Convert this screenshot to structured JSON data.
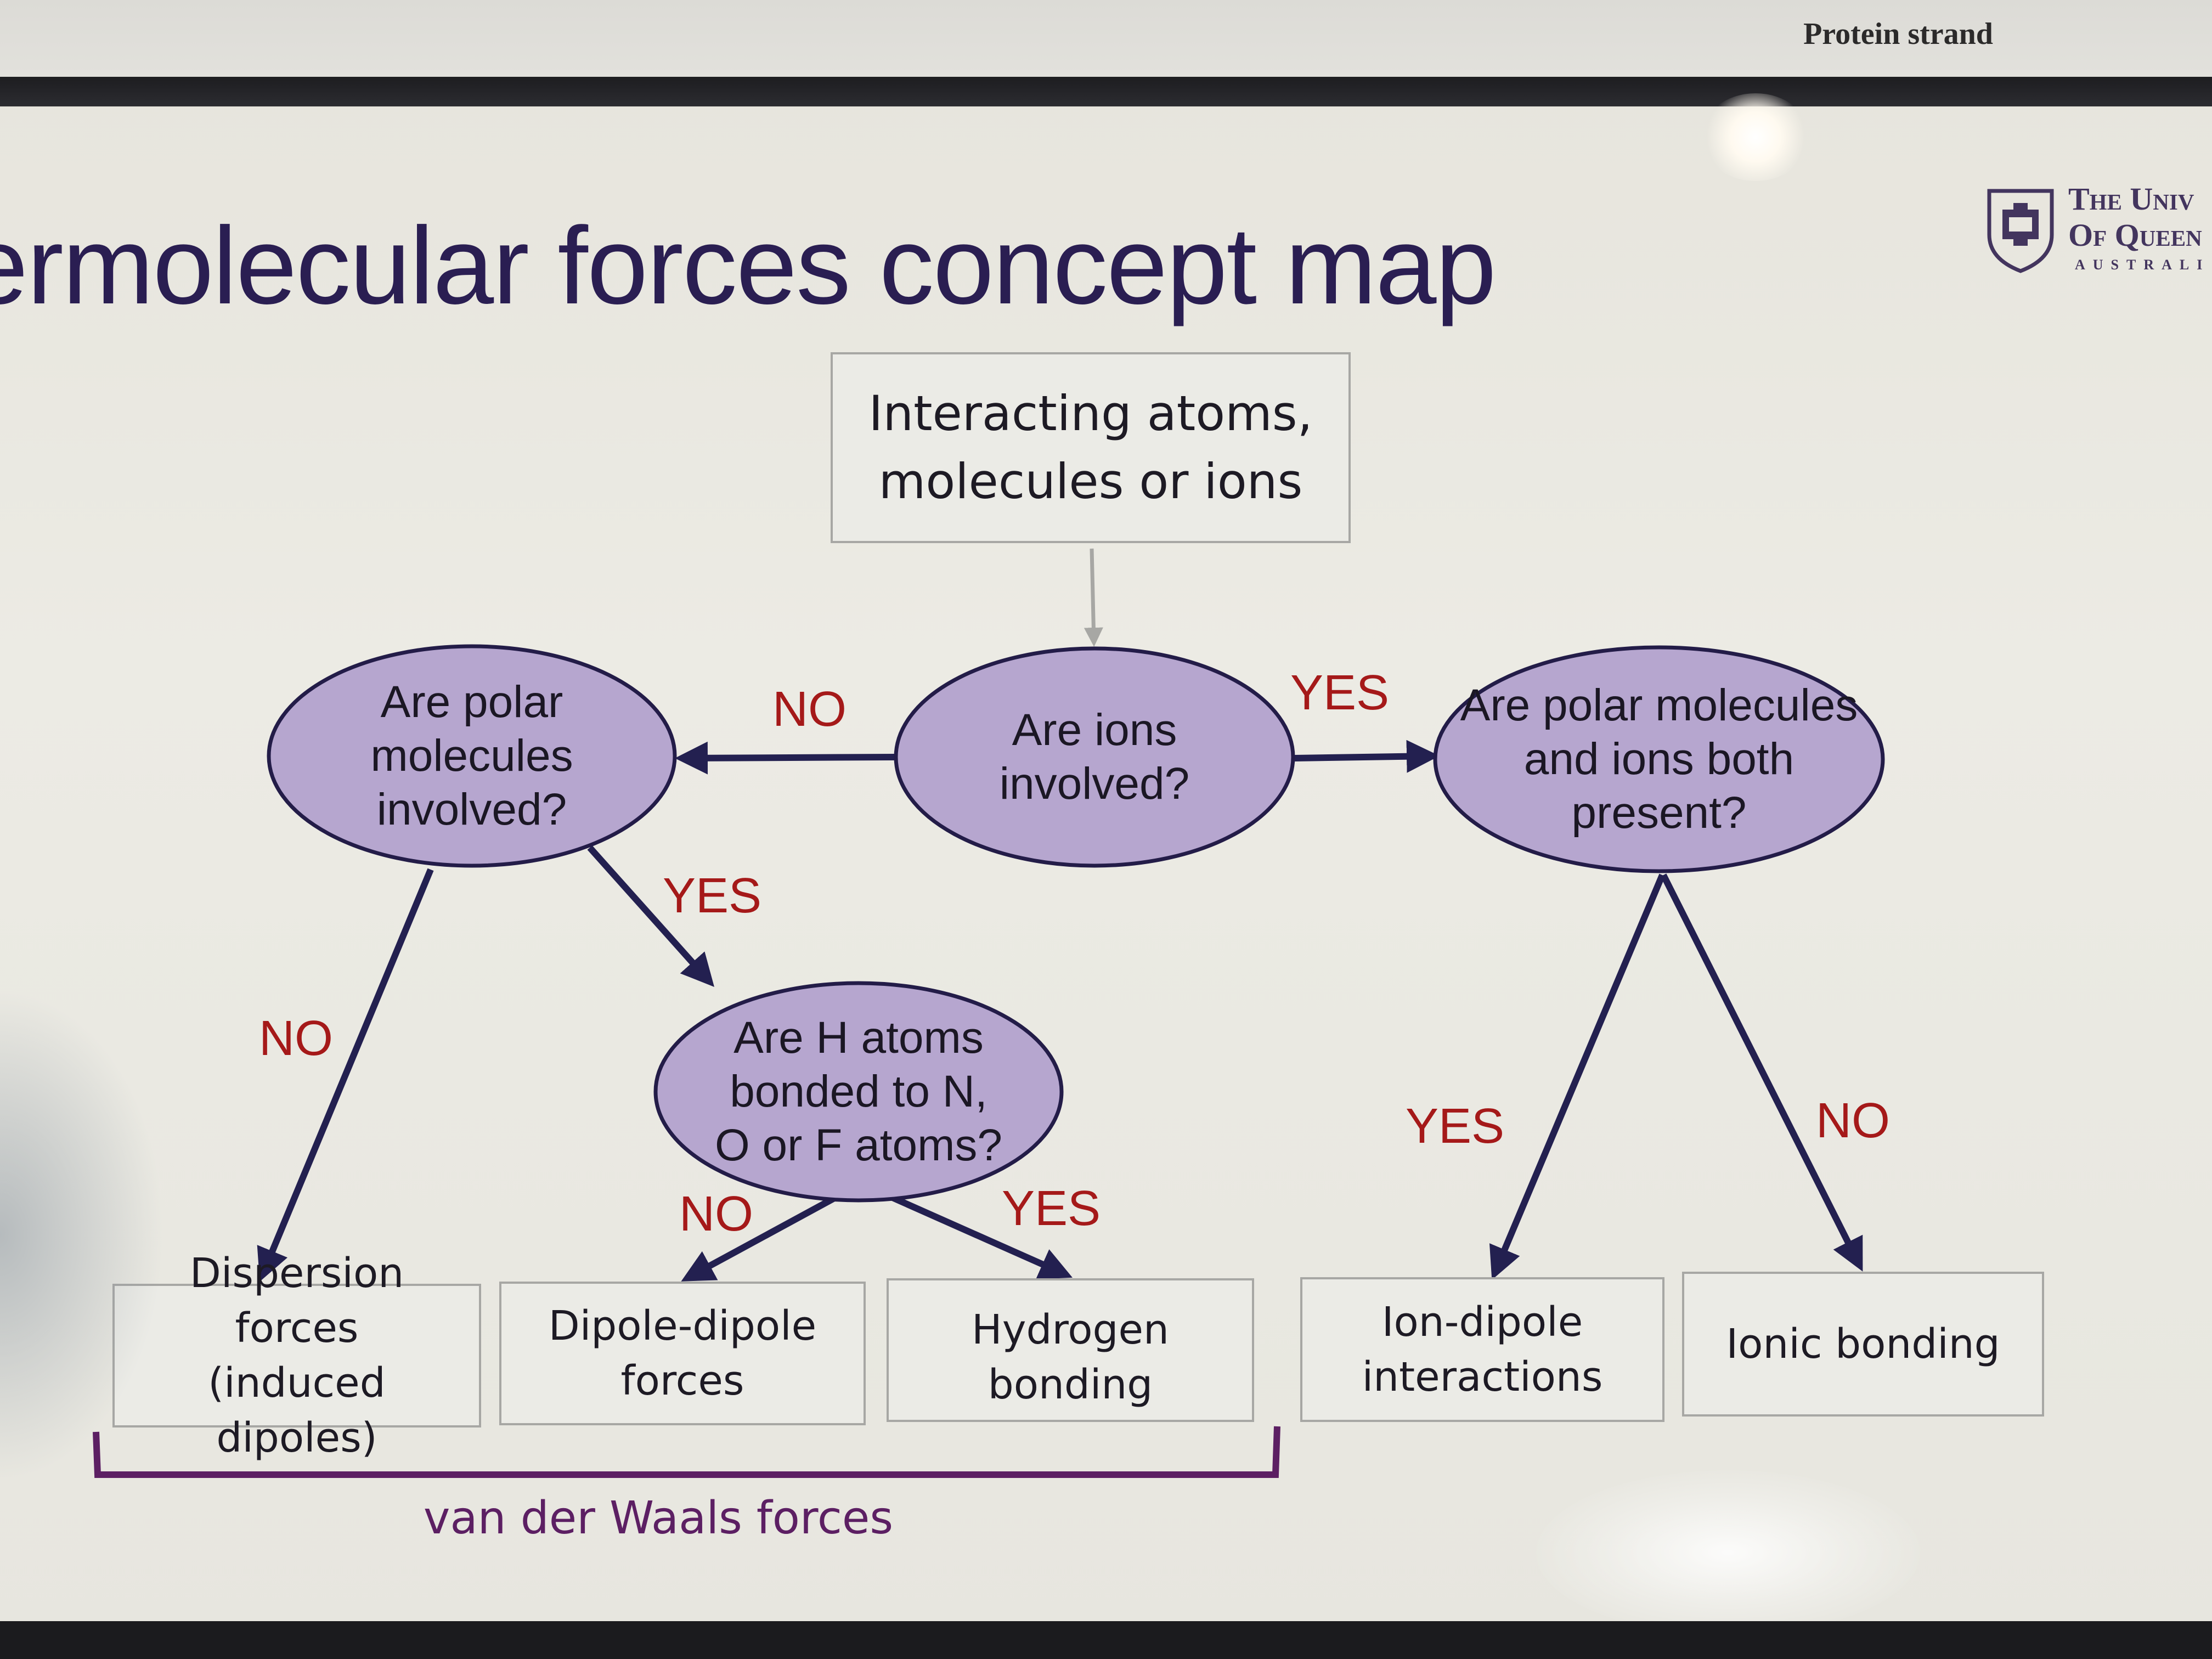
{
  "header": {
    "text": "Protein strand"
  },
  "logo": {
    "line1": "The Univ",
    "line2": "Of Queen",
    "line3": "AUSTRALI"
  },
  "title": "ermolecular forces concept map",
  "diagram": {
    "start": "Interacting atoms,\nmolecules or ions",
    "q_ions": "Are ions\ninvolved?",
    "q_polar": "Are polar\nmolecules\ninvolved?",
    "q_hbond": "Are H atoms\nbonded to N,\nO or F atoms?",
    "q_both": "Are polar molecules\nand ions both\npresent?",
    "outcomes": {
      "dispersion": "Dispersion forces\n(induced dipoles)",
      "dipole": "Dipole-dipole\nforces",
      "hydrogen": "Hydrogen bonding",
      "ion_dipole": "Ion-dipole\ninteractions",
      "ionic": "Ionic bonding"
    },
    "labels": {
      "ions_no": "NO",
      "ions_yes": "YES",
      "polar_yes": "YES",
      "polar_no": "NO",
      "hbond_no": "NO",
      "hbond_yes": "YES",
      "both_yes": "YES",
      "both_no": "NO"
    },
    "group_label": "van der Waals forces"
  },
  "colors": {
    "title": "#2a1e52",
    "node_fill": "#b6a6cf",
    "node_stroke": "#231c48",
    "arrow": "#232050",
    "label_red": "#a51919",
    "bracket": "#5c1f63"
  }
}
